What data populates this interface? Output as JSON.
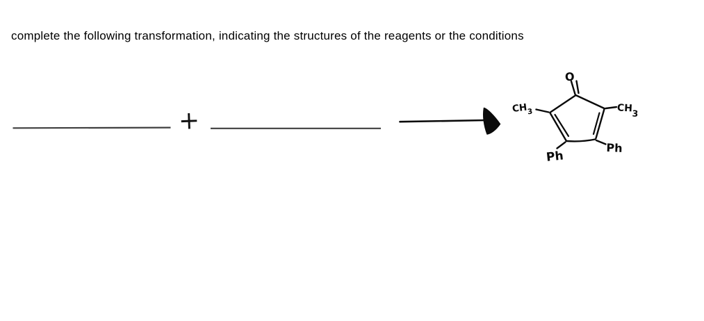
{
  "page": {
    "background_color": "#ffffff",
    "ink_color": "#0a0a0a",
    "blank_line_color": "#3f3f3f"
  },
  "prompt": {
    "text": "complete the following transformation, indicating the structures of the reagents or the conditions"
  },
  "reaction": {
    "plus_sign": "+",
    "blank_count": 2,
    "arrow_direction": "right"
  },
  "product_molecule": {
    "oxygen_label": "O",
    "methyl_left": {
      "text": "CH",
      "subscript": "3"
    },
    "methyl_right": {
      "text": "CH",
      "subscript": "3"
    },
    "phenyl_left": "Ph",
    "phenyl_right": "Ph"
  }
}
